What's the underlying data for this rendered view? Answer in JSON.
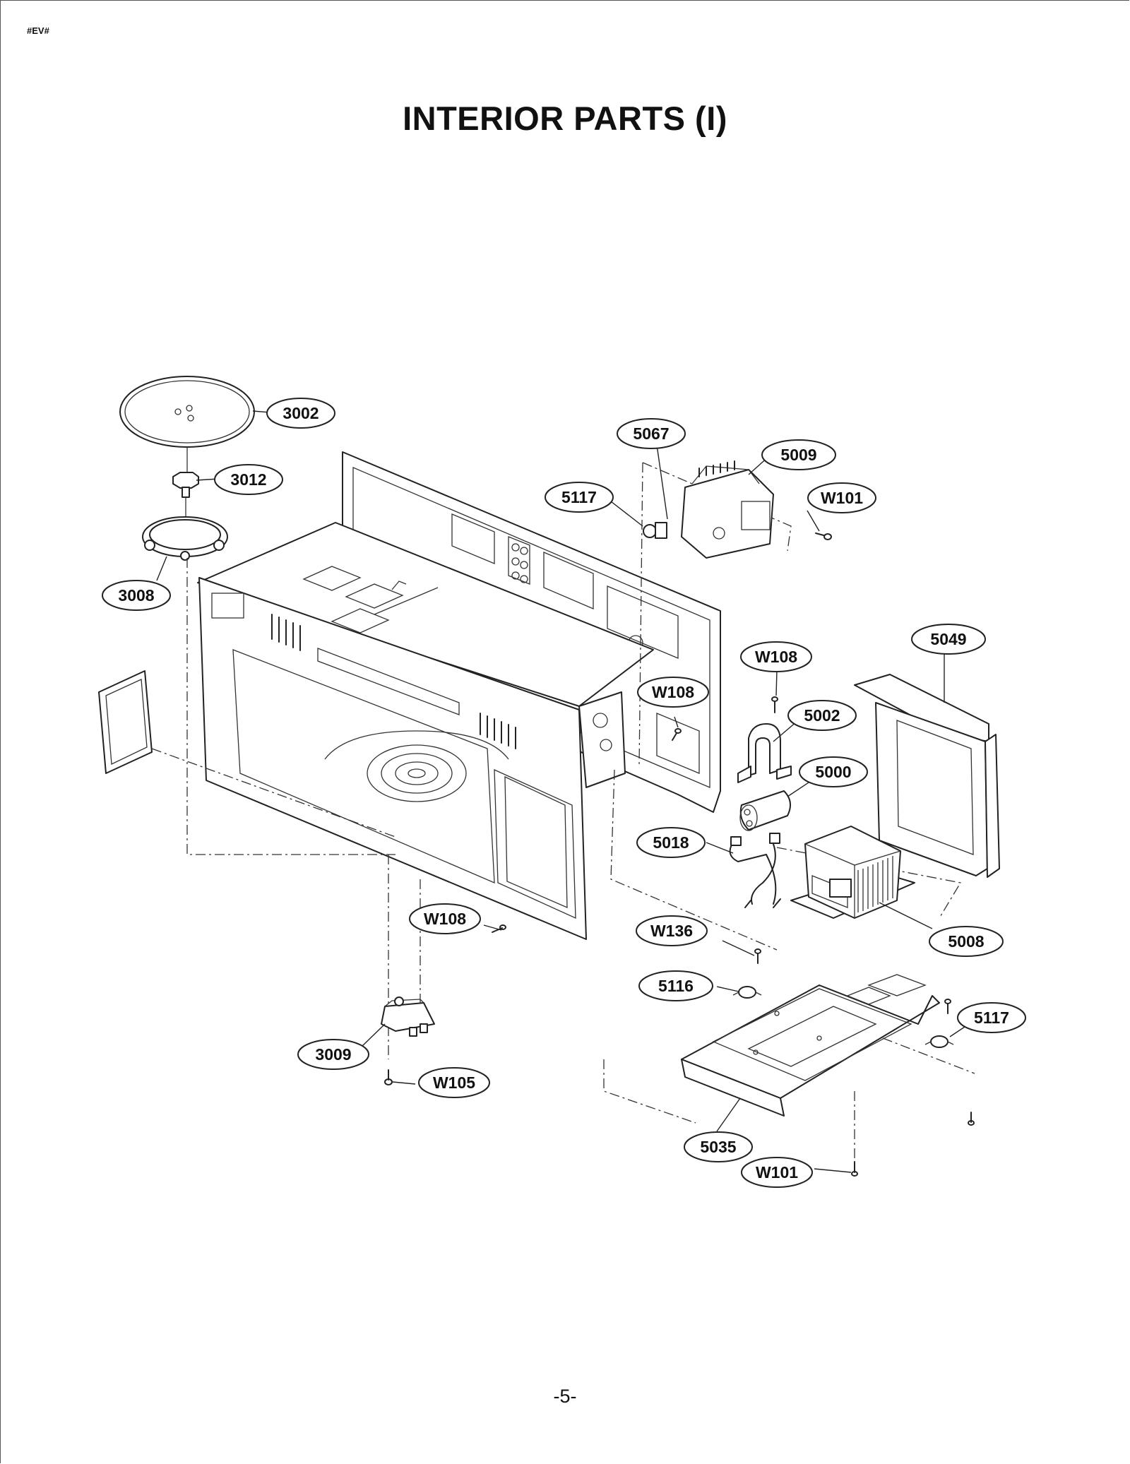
{
  "header": {
    "code": "#EV#"
  },
  "page": {
    "title": "INTERIOR PARTS (I)",
    "number": "-5-"
  },
  "callouts": [
    {
      "id": "c-3002",
      "label": "3002"
    },
    {
      "id": "c-3012",
      "label": "3012"
    },
    {
      "id": "c-3008",
      "label": "3008"
    },
    {
      "id": "c-5067",
      "label": "5067"
    },
    {
      "id": "c-5009",
      "label": "5009"
    },
    {
      "id": "c-5117a",
      "label": "5117"
    },
    {
      "id": "c-w101a",
      "label": "W101"
    },
    {
      "id": "c-5049",
      "label": "5049"
    },
    {
      "id": "c-w108a",
      "label": "W108"
    },
    {
      "id": "c-w108b",
      "label": "W108"
    },
    {
      "id": "c-5002",
      "label": "5002"
    },
    {
      "id": "c-5000",
      "label": "5000"
    },
    {
      "id": "c-5018",
      "label": "5018"
    },
    {
      "id": "c-w108c",
      "label": "W108"
    },
    {
      "id": "c-w136",
      "label": "W136"
    },
    {
      "id": "c-5008",
      "label": "5008"
    },
    {
      "id": "c-5116",
      "label": "5116"
    },
    {
      "id": "c-5117b",
      "label": "5117"
    },
    {
      "id": "c-3009",
      "label": "3009"
    },
    {
      "id": "c-w105",
      "label": "W105"
    },
    {
      "id": "c-5035",
      "label": "5035"
    },
    {
      "id": "c-w101b",
      "label": "W101"
    }
  ]
}
